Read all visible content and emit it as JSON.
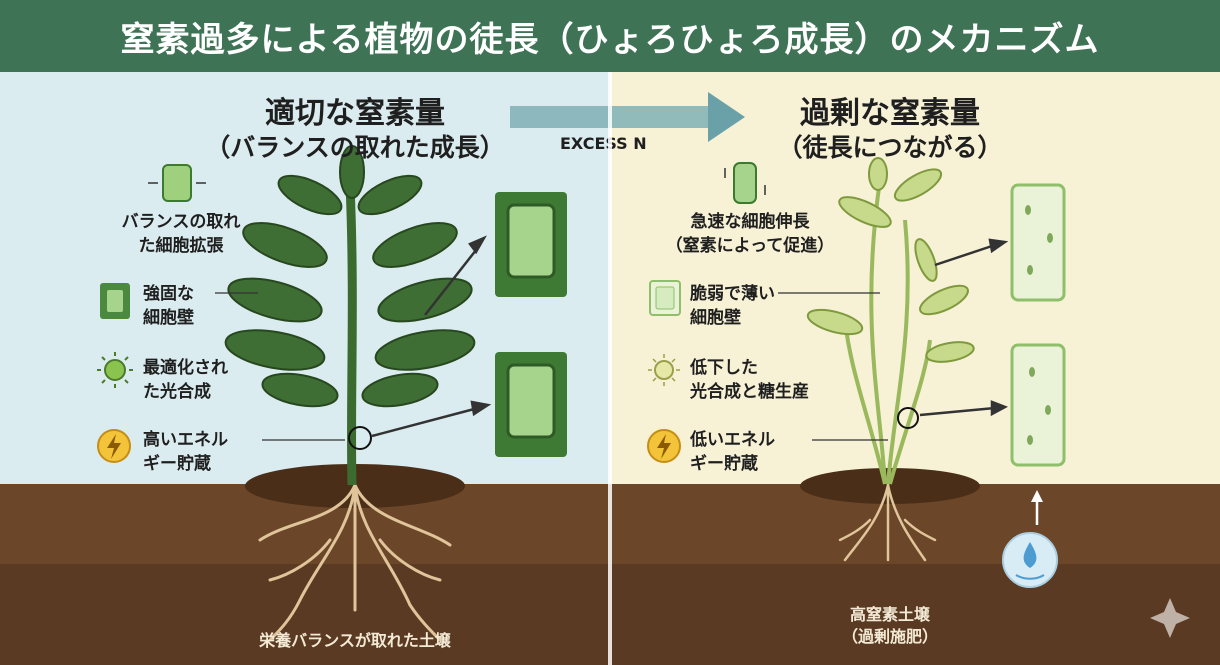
{
  "title": "窒素過多による植物の徒長（ひょろひょろ成長）のメカニズム",
  "center_label": "EXCESS N",
  "left": {
    "heading": "適切な窒素量",
    "subheading": "（バランスの取れた成長）",
    "items": [
      {
        "label": "バランスの取れ\nた細胞拡張",
        "icon": "balanced-cell-icon"
      },
      {
        "label": "強固な\n細胞壁",
        "icon": "strong-cell-wall-icon"
      },
      {
        "label": "最適化され\nた光合成",
        "icon": "sun-icon"
      },
      {
        "label": "高いエネル\nギー貯蔵",
        "icon": "energy-icon"
      }
    ],
    "soil_label": "栄養バランスが取れた土壌"
  },
  "right": {
    "heading": "過剰な窒素量",
    "subheading": "（徒長につながる）",
    "items": [
      {
        "label": "急速な細胞伸長\n（窒素によって促進）",
        "icon": "elongating-cell-icon"
      },
      {
        "label": "脆弱で薄い\n細胞壁",
        "icon": "weak-cell-wall-icon"
      },
      {
        "label": "低下した\n光合成と糖生産",
        "icon": "dim-sun-icon"
      },
      {
        "label": "低いエネル\nギー貯蔵",
        "icon": "energy-icon"
      }
    ],
    "soil_label": "高窒素土壌\n（過剰施肥）"
  },
  "colors": {
    "title_bg": "#3f7356",
    "left_bg": "#dbecf0",
    "right_bg": "#f7f1d6",
    "soil": "#5a3a22",
    "healthy_leaf": "#3f6e35",
    "weak_leaf": "#b9cf73"
  }
}
